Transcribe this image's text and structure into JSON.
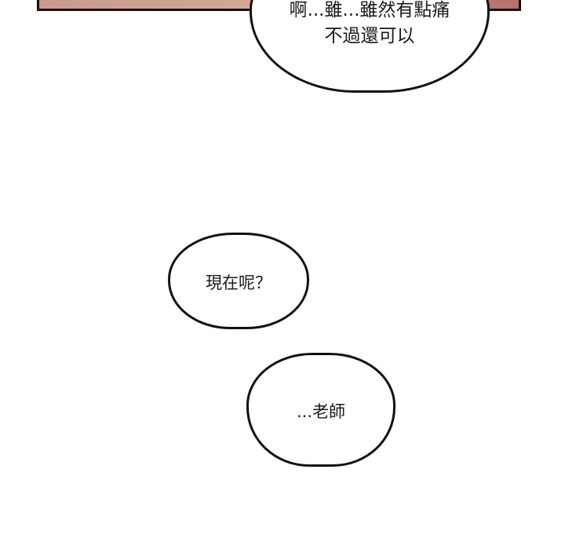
{
  "panel": {
    "colors": {
      "left": "#c99a8e",
      "mid": "#d4a797",
      "right": "#b5706b",
      "border": "#1a0f0d"
    }
  },
  "bubbles": [
    {
      "lines": [
        "啊...雖...雖然有點痛",
        "不過還可以"
      ]
    },
    {
      "lines": [
        "現在呢？"
      ]
    },
    {
      "lines": [
        "...老師"
      ]
    }
  ]
}
